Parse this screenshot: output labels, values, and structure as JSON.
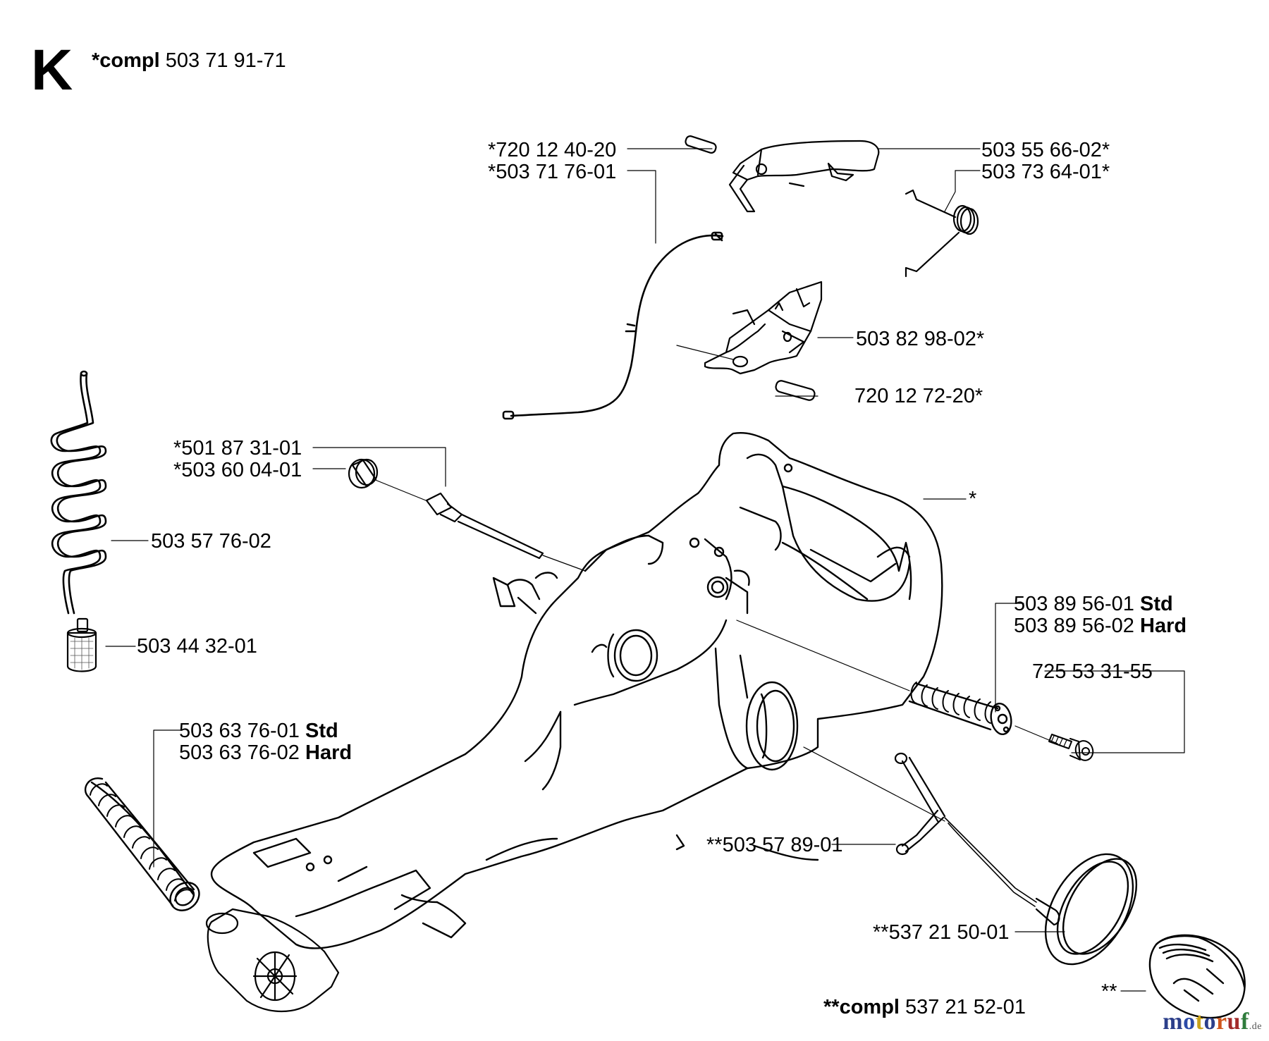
{
  "section": {
    "letter": "K",
    "compl_prefix": "*compl",
    "compl_number": "503 71 91-71"
  },
  "footer_compl": {
    "prefix": "**compl",
    "number": "537 21 52-01"
  },
  "parts": [
    {
      "number": "*720 12 40-20",
      "suffix": ""
    },
    {
      "number": "*503 71 76-01",
      "suffix": ""
    },
    {
      "number": "503 55 66-02*",
      "suffix": ""
    },
    {
      "number": "503 73 64-01*",
      "suffix": ""
    },
    {
      "number": "503 82 98-02*",
      "suffix": ""
    },
    {
      "number": "720 12 72-20*",
      "suffix": ""
    },
    {
      "number": "*501 87 31-01",
      "suffix": ""
    },
    {
      "number": "*503 60 04-01",
      "suffix": ""
    },
    {
      "number": "*",
      "suffix": ""
    },
    {
      "number": "503 57 76-02",
      "suffix": ""
    },
    {
      "number": "503 44 32-01",
      "suffix": ""
    },
    {
      "number": "503 89 56-01",
      "suffix": "Std"
    },
    {
      "number": "503 89 56-02",
      "suffix": "Hard"
    },
    {
      "number": "725 53 31-55",
      "suffix": ""
    },
    {
      "number": "503 63 76-01",
      "suffix": "Std"
    },
    {
      "number": "503 63 76-02",
      "suffix": "Hard"
    },
    {
      "number": "**503 57 89-01",
      "suffix": ""
    },
    {
      "number": "**537 21 50-01",
      "suffix": ""
    },
    {
      "number": "**",
      "suffix": ""
    }
  ],
  "watermark": {
    "text_parts": [
      "m",
      "o",
      "t",
      "o",
      "r",
      "u",
      "f"
    ],
    "tld": ".de"
  }
}
